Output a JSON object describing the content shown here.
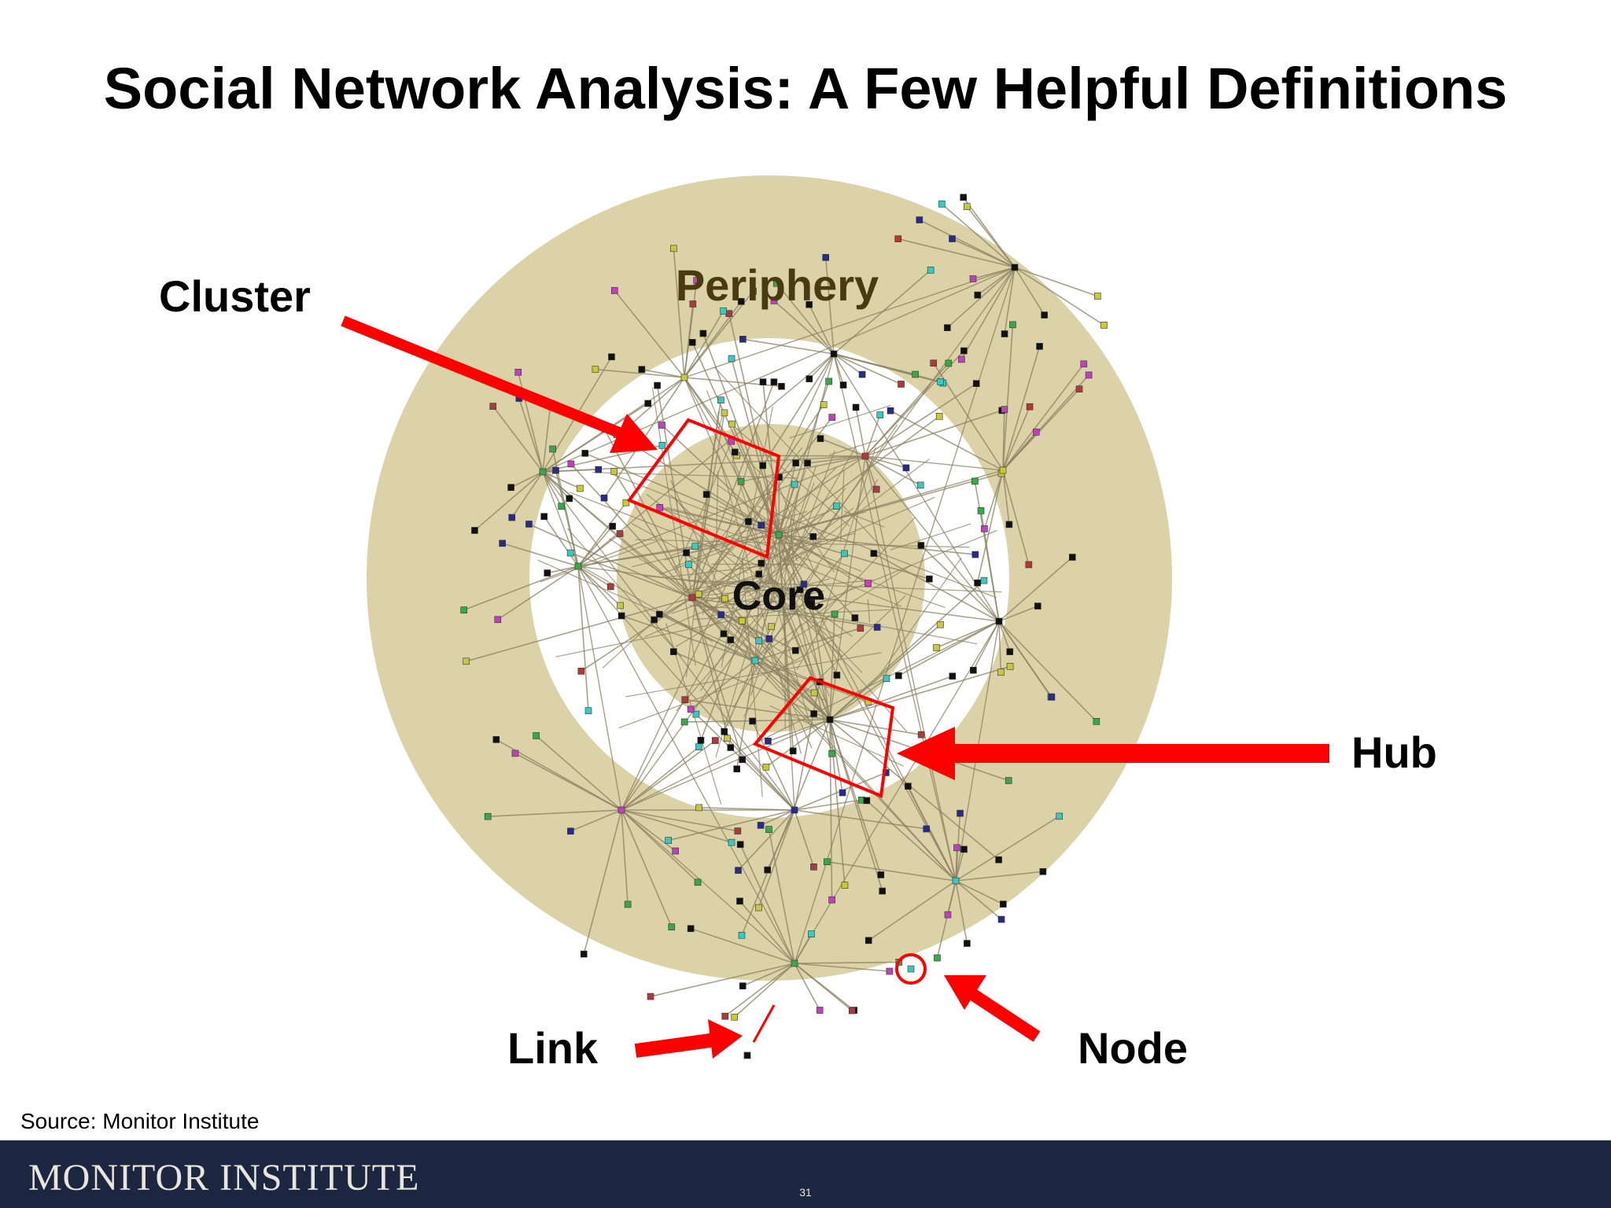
{
  "slide": {
    "title": "Social Network Analysis: A Few Helpful Definitions"
  },
  "diagram": {
    "ring_labels": {
      "periphery": "Periphery",
      "core": "Core"
    },
    "callouts": {
      "cluster": "Cluster",
      "hub": "Hub",
      "link": "Link",
      "node": "Node"
    },
    "colors": {
      "ring": "#dcd2a8",
      "edge": "#8a8062",
      "highlight": "#ff0000",
      "periphery_label": "#4a3a10"
    },
    "node_colors": [
      "#111111",
      "#111111",
      "#111111",
      "#c8c83a",
      "#b03a3a",
      "#2a2a8a",
      "#3aa84a",
      "#c040c0",
      "#3ac8c0"
    ]
  },
  "footer": {
    "source": "Source: Monitor Institute",
    "brand": "MONITOR INSTITUTE",
    "page_number": "31"
  }
}
